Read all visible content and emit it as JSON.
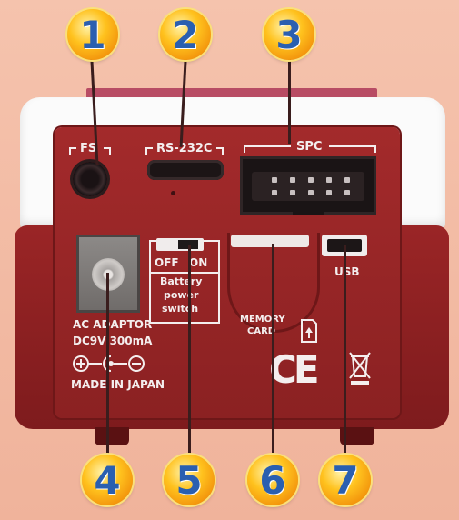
{
  "callouts": [
    "1",
    "2",
    "3",
    "4",
    "5",
    "6",
    "7"
  ],
  "labels": {
    "fs": "FS",
    "rs232c": "RS-232C",
    "spc": "SPC",
    "usb": "USB",
    "ac_line1": "AC ADAPTOR",
    "ac_line2": "DC9V 300mA",
    "made_in": "MADE IN JAPAN",
    "switch_off": "OFF",
    "switch_on": "ON",
    "switch_line1": "Battery",
    "switch_line2": "power",
    "switch_line3": "switch",
    "memory_line1": "MEMORY",
    "memory_line2": "CARD",
    "ce": "CE"
  },
  "colors": {
    "background": "#f2b9a2",
    "device_red": "#8b2122",
    "device_white": "#fbfbfb",
    "callout_fill": "#ffc21e",
    "callout_digit": "#2a5fb0"
  },
  "icons": [
    "dc-polarity-icon",
    "sd-card-icon",
    "ce-mark-icon",
    "weee-bin-icon"
  ]
}
